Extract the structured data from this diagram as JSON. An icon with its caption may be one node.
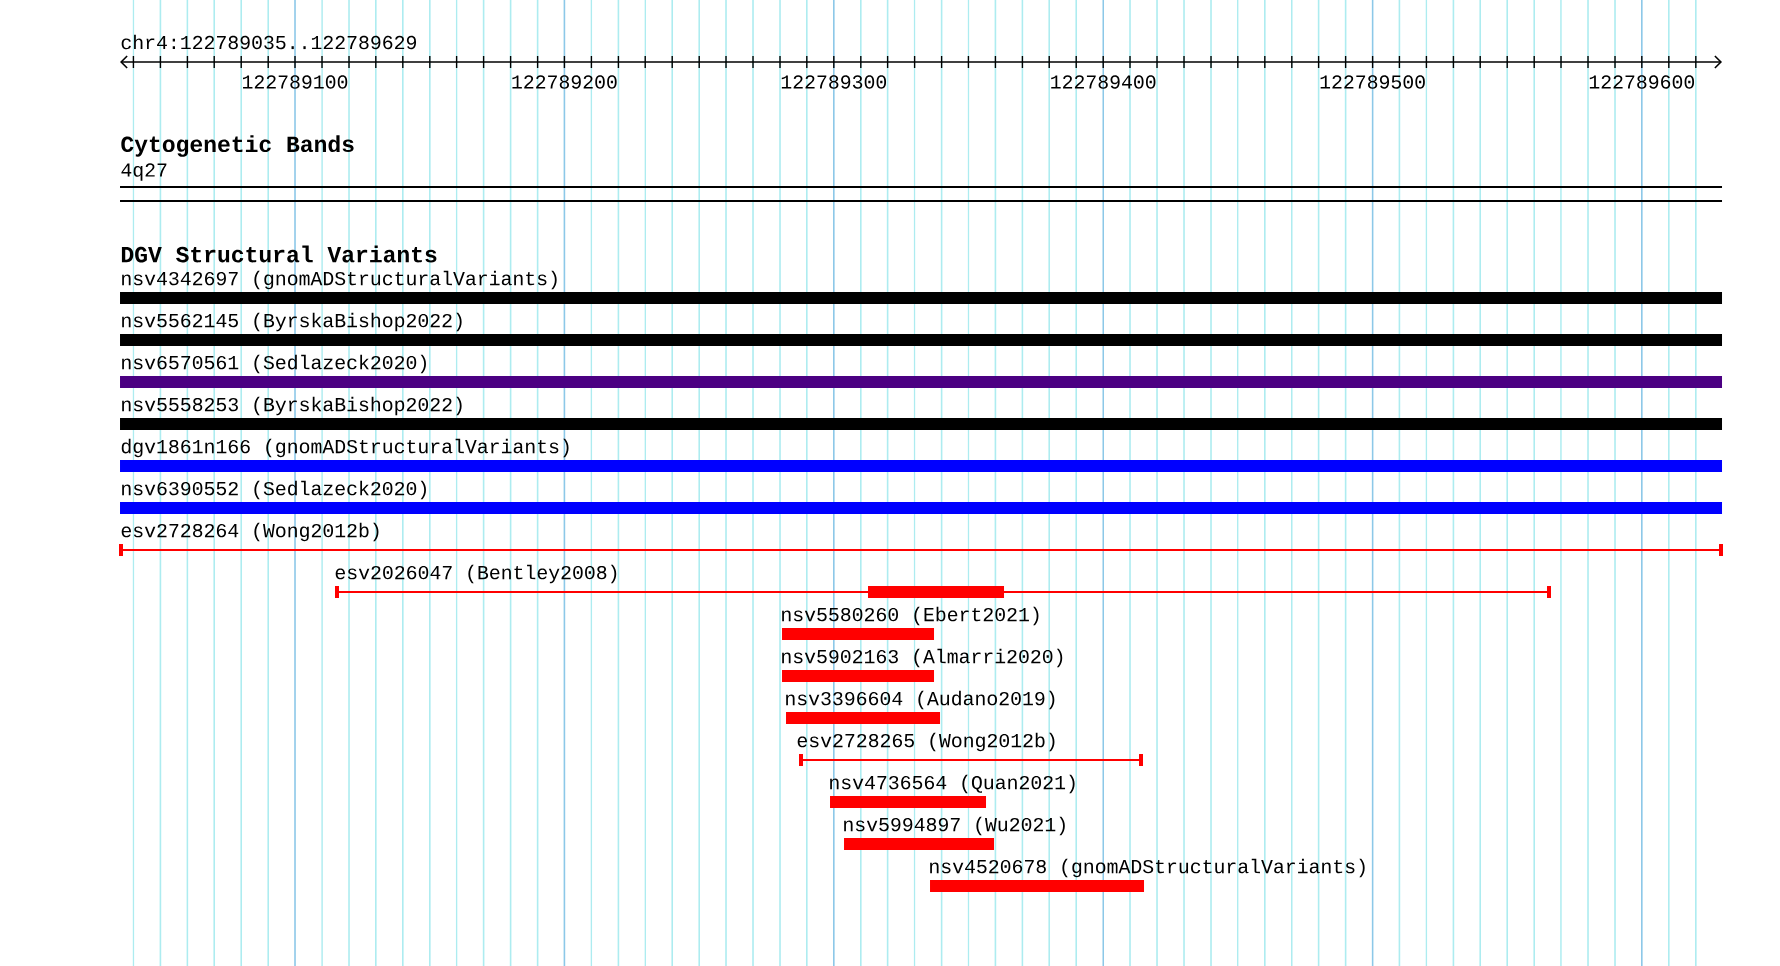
{
  "diagram": {
    "nodes": [
      {
        "text": [
          "nsv4342697 (gnomADStructuralVariants)"
        ]
      },
      {
        "text": [
          "nsv5562145 (ByrskaBishop2022)"
        ]
      },
      {
        "text": [
          "nsv6570561 (Sedlazeck2020)"
        ]
      },
      {
        "text": [
          "nsv5558253 (ByrskaBishop2022)"
        ]
      },
      {
        "text": [
          "dgv1861n166 (gnomADStructuralVariants)"
        ]
      },
      {
        "text": [
          "nsv6390552 (Sedlazeck2020)"
        ]
      },
      {
        "text": [
          "esv2728264 (Wong2012b)"
        ]
      },
      {
        "text": [
          "esv2026047 (Bentley2008)"
        ]
      },
      {
        "text": [
          "nsv5580260 (Ebert2021)"
        ]
      },
      {
        "text": [
          "nsv5902163 (Almarri2020)"
        ]
      },
      {
        "text": [
          "nsv3396604 (Audano2019)"
        ]
      },
      {
        "text": [
          "esv2728265 (Wong2012b)"
        ]
      },
      {
        "text": [
          "nsv4736564 (Quan2021)"
        ]
      },
      {
        "text": [
          "nsv5994897 (Wu2021)"
        ]
      },
      {
        "text": [
          "nsv4520678 (gnomADStructuralVariants)"
        ]
      }
    ],
    "labels": [
      "chr4:122789035..122789629",
      "122789100",
      "122789200",
      "122789300",
      "122789400",
      "122789500",
      "122789600",
      "Cytogenetic Bands",
      "4q27",
      "DGV Structural Variants"
    ]
  }
}
